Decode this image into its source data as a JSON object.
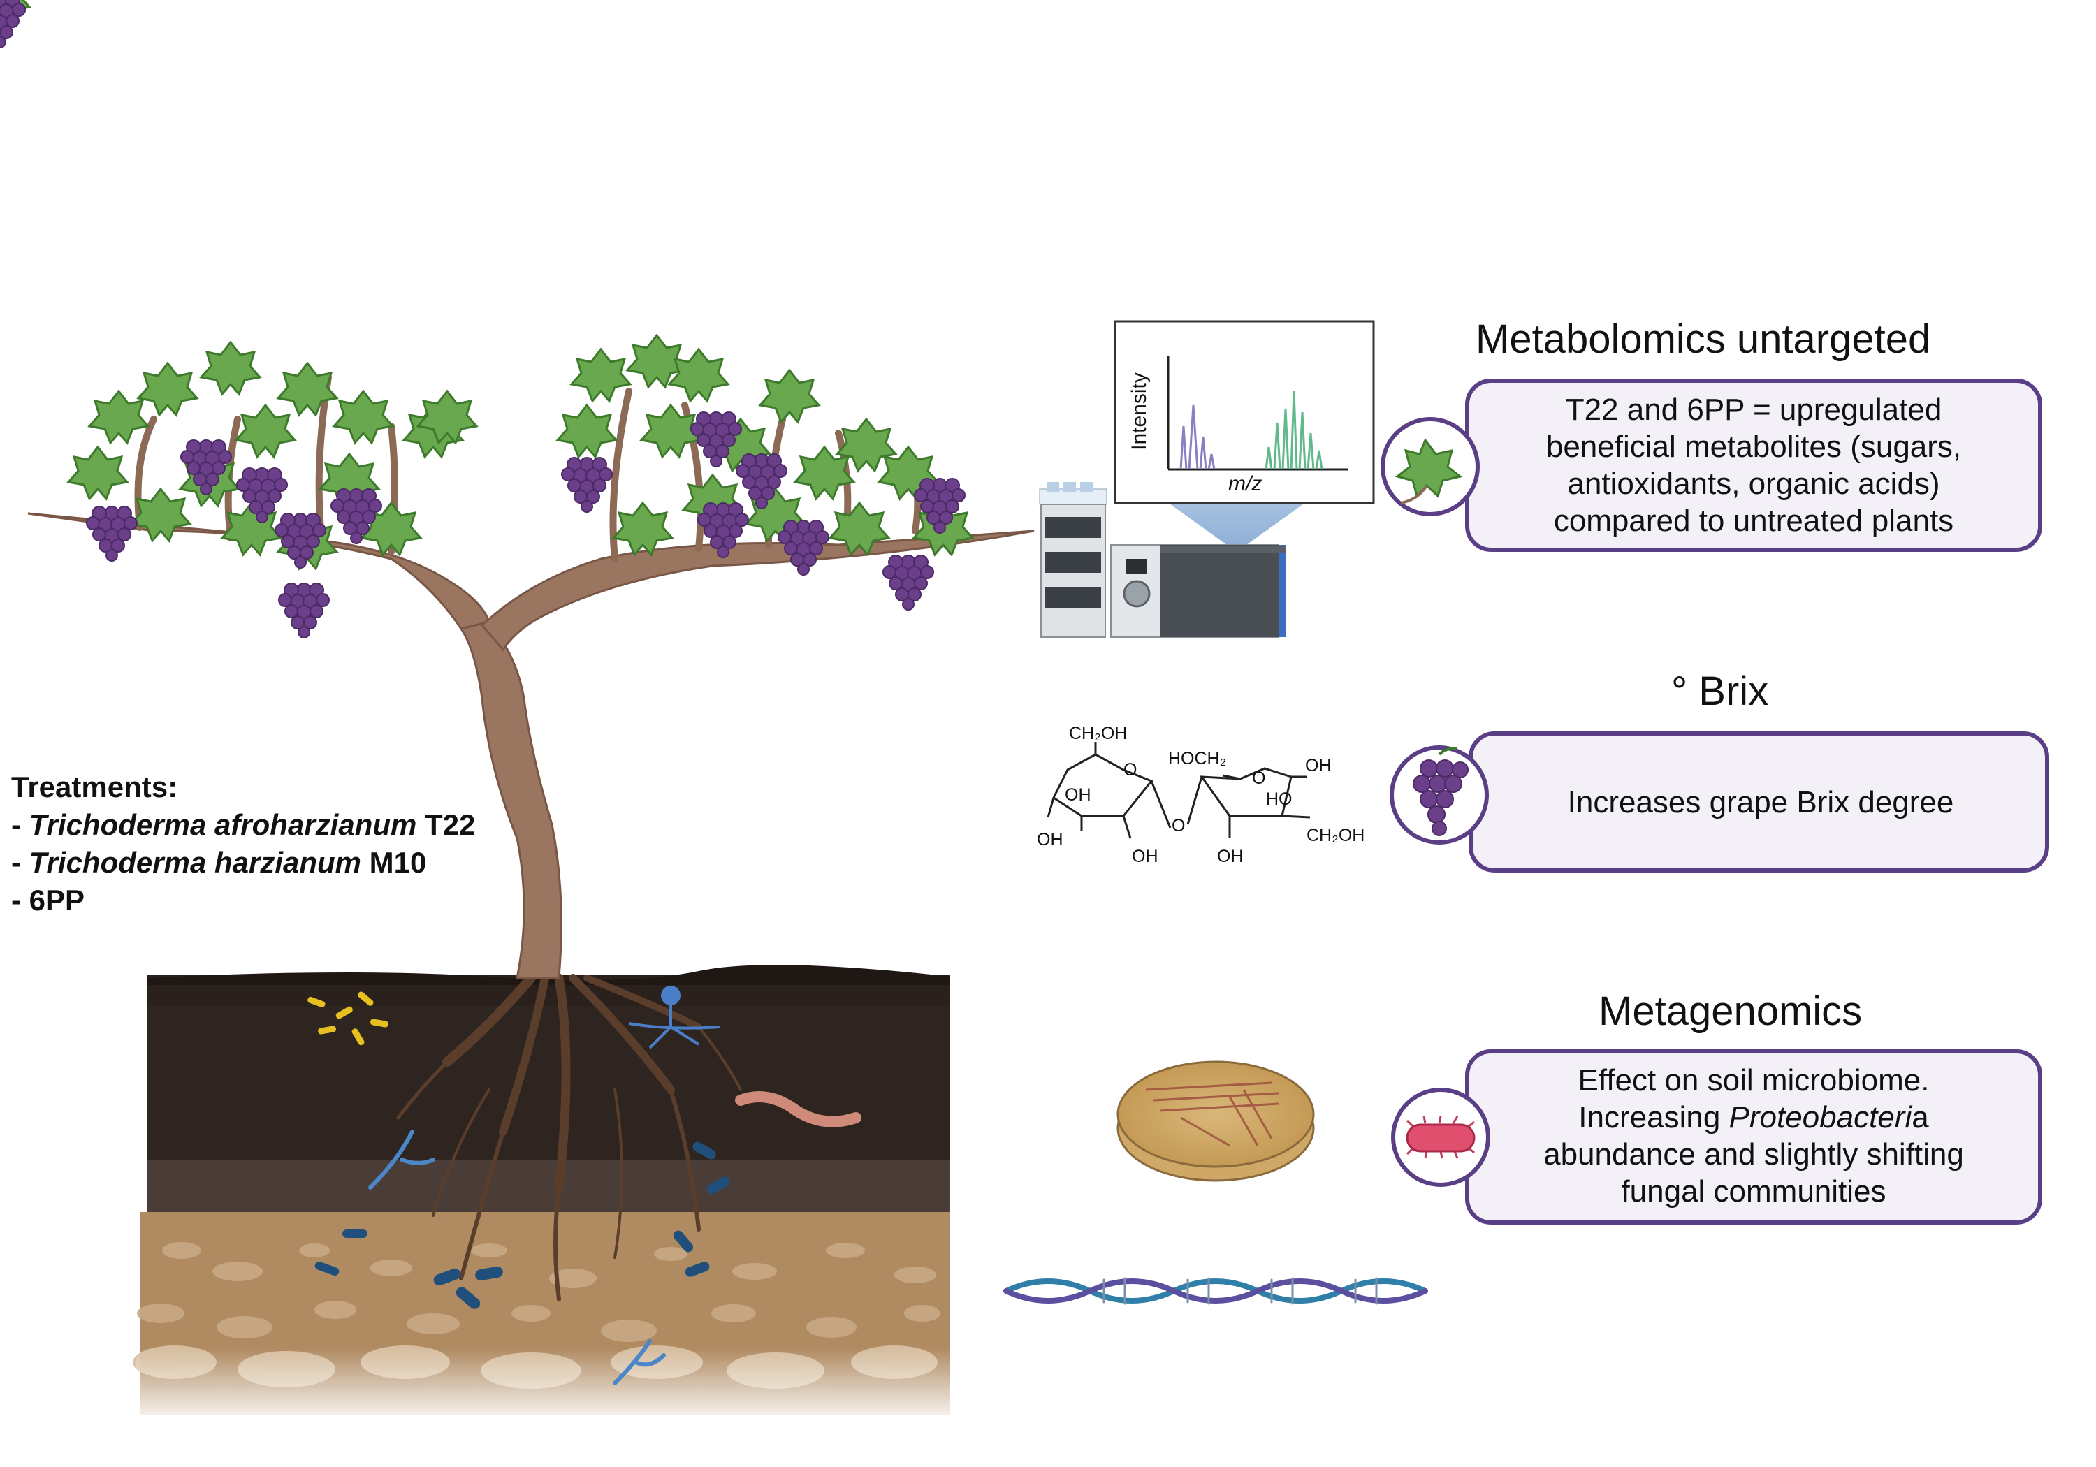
{
  "treatments": {
    "heading": "Treatments:",
    "items": [
      {
        "prefix": "- ",
        "italic": "Trichoderma afroharzianum",
        "suffix": " T22"
      },
      {
        "prefix": "- ",
        "italic": "Trichoderma harzianum",
        "suffix": " M10"
      },
      {
        "prefix": "- ",
        "italic": "",
        "suffix": "6PP"
      }
    ]
  },
  "panels": [
    {
      "title": "Metabolomics untargeted",
      "icon": "grape-leaf-icon",
      "lines": [
        "T22 and 6PP = upregulated",
        "beneficial metabolites (sugars,",
        "antioxidants, organic acids)",
        "compared to untreated plants"
      ]
    },
    {
      "title": "° Brix",
      "icon": "grape-bunch-icon",
      "lines": [
        "Increases grape Brix degree"
      ]
    },
    {
      "title": "Metagenomics",
      "icon": "bacterium-icon",
      "lines": [
        "Effect on soil microbiome.",
        "Increasing |Proteobacteri|a",
        "abundance and slightly shifting",
        "fungal communities"
      ]
    }
  ],
  "spectrum": {
    "ylabel": "Intensity",
    "xlabel": "m/z"
  },
  "sugar_labels": {
    "ch2oh_top": "CH₂OH",
    "hoch2": "HOCH₂",
    "o_ring1": "O",
    "oh_ring1_in": "OH",
    "oh_left": "OH",
    "oh_bottom1": "OH",
    "o_bridge": "O",
    "o_ring2": "O",
    "oh_top_right": "OH",
    "ho_ring2": "HO",
    "oh_bottom2": "OH",
    "ch2oh_right": "CH₂OH"
  },
  "colors": {
    "panel_border": "#5a3f86",
    "panel_fill": "#f3f0f7",
    "soil_top": "#2e2420",
    "soil_mid": "#4a3c36",
    "soil_bottom": "#b08b62",
    "trunk": "#9a7560",
    "leaf": "#6aa84f",
    "grape": "#6b3f8a"
  }
}
